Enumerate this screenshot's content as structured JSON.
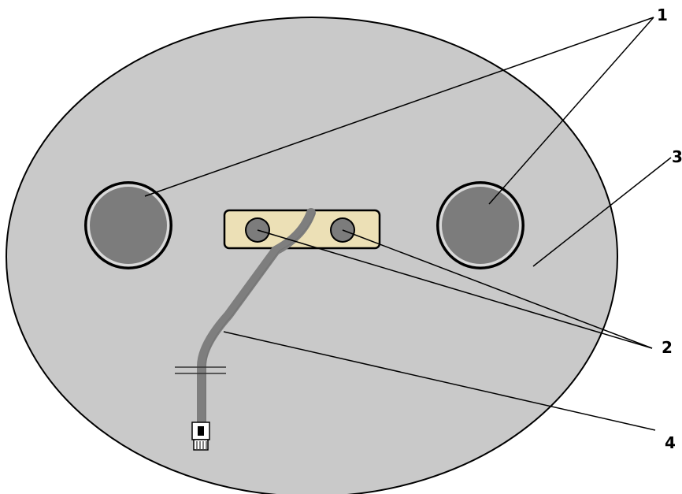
{
  "labels": {
    "one": "1",
    "two": "2",
    "three": "3",
    "four": "4"
  },
  "colors": {
    "body": "#c9c9c9",
    "outline": "#000000",
    "circle_fill": "#7c7c7c",
    "circle_ring": "#d9d9d9",
    "plate": "#ece0b6",
    "cable": "#7e7e7e",
    "background": "#ffffff"
  }
}
